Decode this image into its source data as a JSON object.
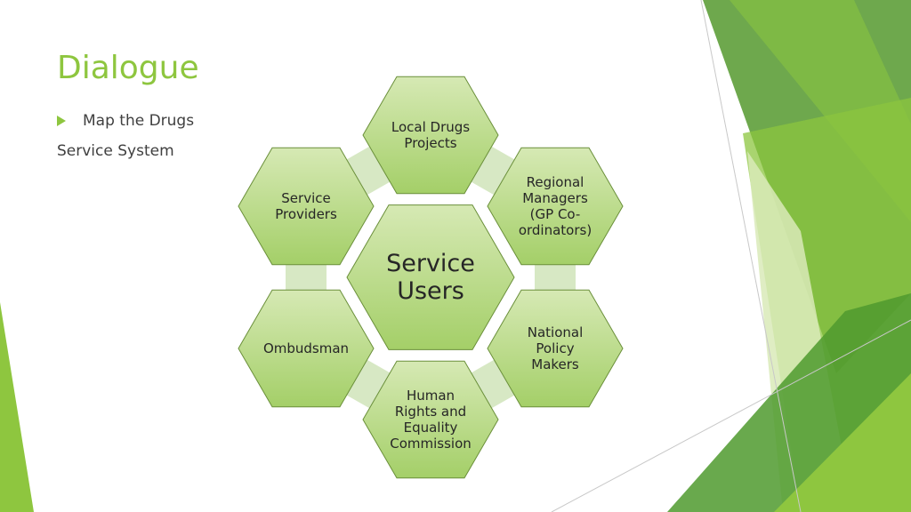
{
  "slide": {
    "title": "Dialogue",
    "bullet_line1": "Map the Drugs",
    "bullet_line2": "Service System"
  },
  "colors": {
    "accent": "#8ec63f",
    "hex_fill_light": "#d6e9b4",
    "hex_fill_dark": "#a4cf68",
    "hex_stroke": "#6a8f3a",
    "connector": "#d7e8c4"
  },
  "diagram": {
    "center": "Service Users",
    "nodes": [
      {
        "label": "Local Drugs Projects"
      },
      {
        "label": "Regional Managers (GP Co-ordinators)"
      },
      {
        "label": "National Policy Makers"
      },
      {
        "label": "Human Rights and Equality Commission"
      },
      {
        "label": "Ombudsman"
      },
      {
        "label": "Service Providers"
      }
    ]
  }
}
